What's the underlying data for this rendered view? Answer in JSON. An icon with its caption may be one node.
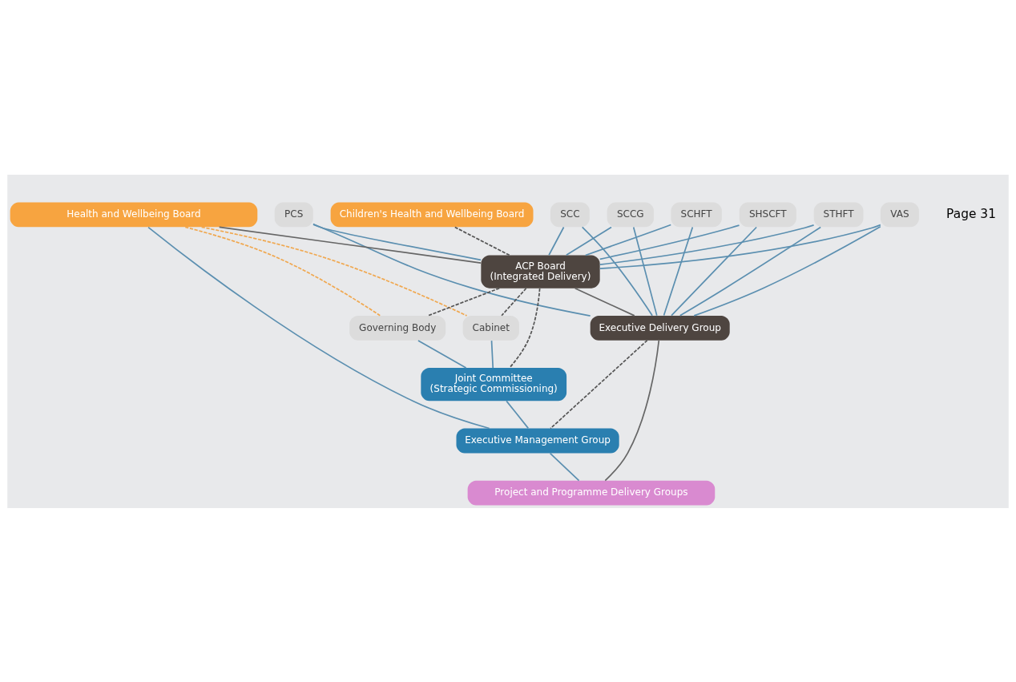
{
  "diagram": {
    "nodes": [
      {
        "text": [
          "PCS"
        ]
      },
      {
        "text": [
          "SCC"
        ]
      },
      {
        "text": [
          "SCCG"
        ]
      },
      {
        "text": [
          "SCHFT"
        ]
      },
      {
        "text": [
          "SHSCFT"
        ]
      },
      {
        "text": [
          "STHFT"
        ]
      },
      {
        "text": [
          "VAS"
        ]
      },
      {
        "text": [
          "Health and Wellbeing Board"
        ]
      },
      {
        "text": [
          "Children's Health and Wellbeing Board"
        ]
      },
      {
        "text": [
          "Cabinet"
        ]
      },
      {
        "text": [
          "Governing Body"
        ]
      },
      {
        "text": [
          "ACP Board",
          "(Integrated Delivery)"
        ]
      },
      {
        "text": [
          "Joint Committee",
          "(Strategic Commissioning)"
        ]
      },
      {
        "text": [
          "Executive Delivery Group"
        ]
      },
      {
        "text": [
          "Executive Management Group"
        ]
      },
      {
        "text": [
          "Project and Programme Delivery Groups"
        ]
      }
    ],
    "edges": [
      {
        "from": 0,
        "to": 11,
        "arrow": "none"
      },
      {
        "from": 1,
        "to": 11,
        "arrow": "none"
      },
      {
        "from": 2,
        "to": 11,
        "arrow": "none"
      },
      {
        "from": 3,
        "to": 11,
        "arrow": "none"
      },
      {
        "from": 4,
        "to": 11,
        "arrow": "none"
      },
      {
        "from": 5,
        "to": 11,
        "arrow": "none"
      },
      {
        "from": 6,
        "to": 11,
        "arrow": "none"
      },
      {
        "from": 0,
        "to": 13,
        "arrow": "none"
      },
      {
        "from": 1,
        "to": 13,
        "arrow": "none"
      },
      {
        "from": 2,
        "to": 13,
        "arrow": "none"
      },
      {
        "from": 3,
        "to": 13,
        "arrow": "none"
      },
      {
        "from": 4,
        "to": 13,
        "arrow": "none"
      },
      {
        "from": 5,
        "to": 13,
        "arrow": "none"
      },
      {
        "from": 6,
        "to": 13,
        "arrow": "none"
      },
      {
        "from": 7,
        "to": 11,
        "arrow": "none",
        "color": "#666666"
      },
      {
        "from": 8,
        "to": 11,
        "arrow": "none",
        "style": "dashed",
        "color": "#555555"
      },
      {
        "from": 7,
        "to": 9,
        "arrow": "none",
        "style": "dashed",
        "color": "#f0a850"
      },
      {
        "from": 7,
        "to": 10,
        "arrow": "none",
        "style": "dashed",
        "color": "#f0a850"
      },
      {
        "from": 7,
        "to": 14,
        "arrow": "none"
      },
      {
        "from": 9,
        "to": 12,
        "arrow": "none"
      },
      {
        "from": 10,
        "to": 12,
        "arrow": "none"
      },
      {
        "from": 11,
        "to": 9,
        "arrow": "none",
        "style": "dashed",
        "color": "#555555"
      },
      {
        "from": 11,
        "to": 10,
        "arrow": "none",
        "style": "dashed",
        "color": "#555555"
      },
      {
        "from": 11,
        "to": 12,
        "arrow": "none",
        "style": "dashed",
        "color": "#555555"
      },
      {
        "from": 11,
        "to": 13,
        "arrow": "none",
        "color": "#666666"
      },
      {
        "from": 12,
        "to": 14,
        "arrow": "none"
      },
      {
        "from": 13,
        "to": 14,
        "arrow": "none",
        "style": "dashed",
        "color": "#555555"
      },
      {
        "from": 13,
        "to": 15,
        "arrow": "none",
        "color": "#666666"
      },
      {
        "from": 14,
        "to": 15,
        "arrow": "none"
      }
    ],
    "labels": [
      "Page 31"
    ]
  }
}
